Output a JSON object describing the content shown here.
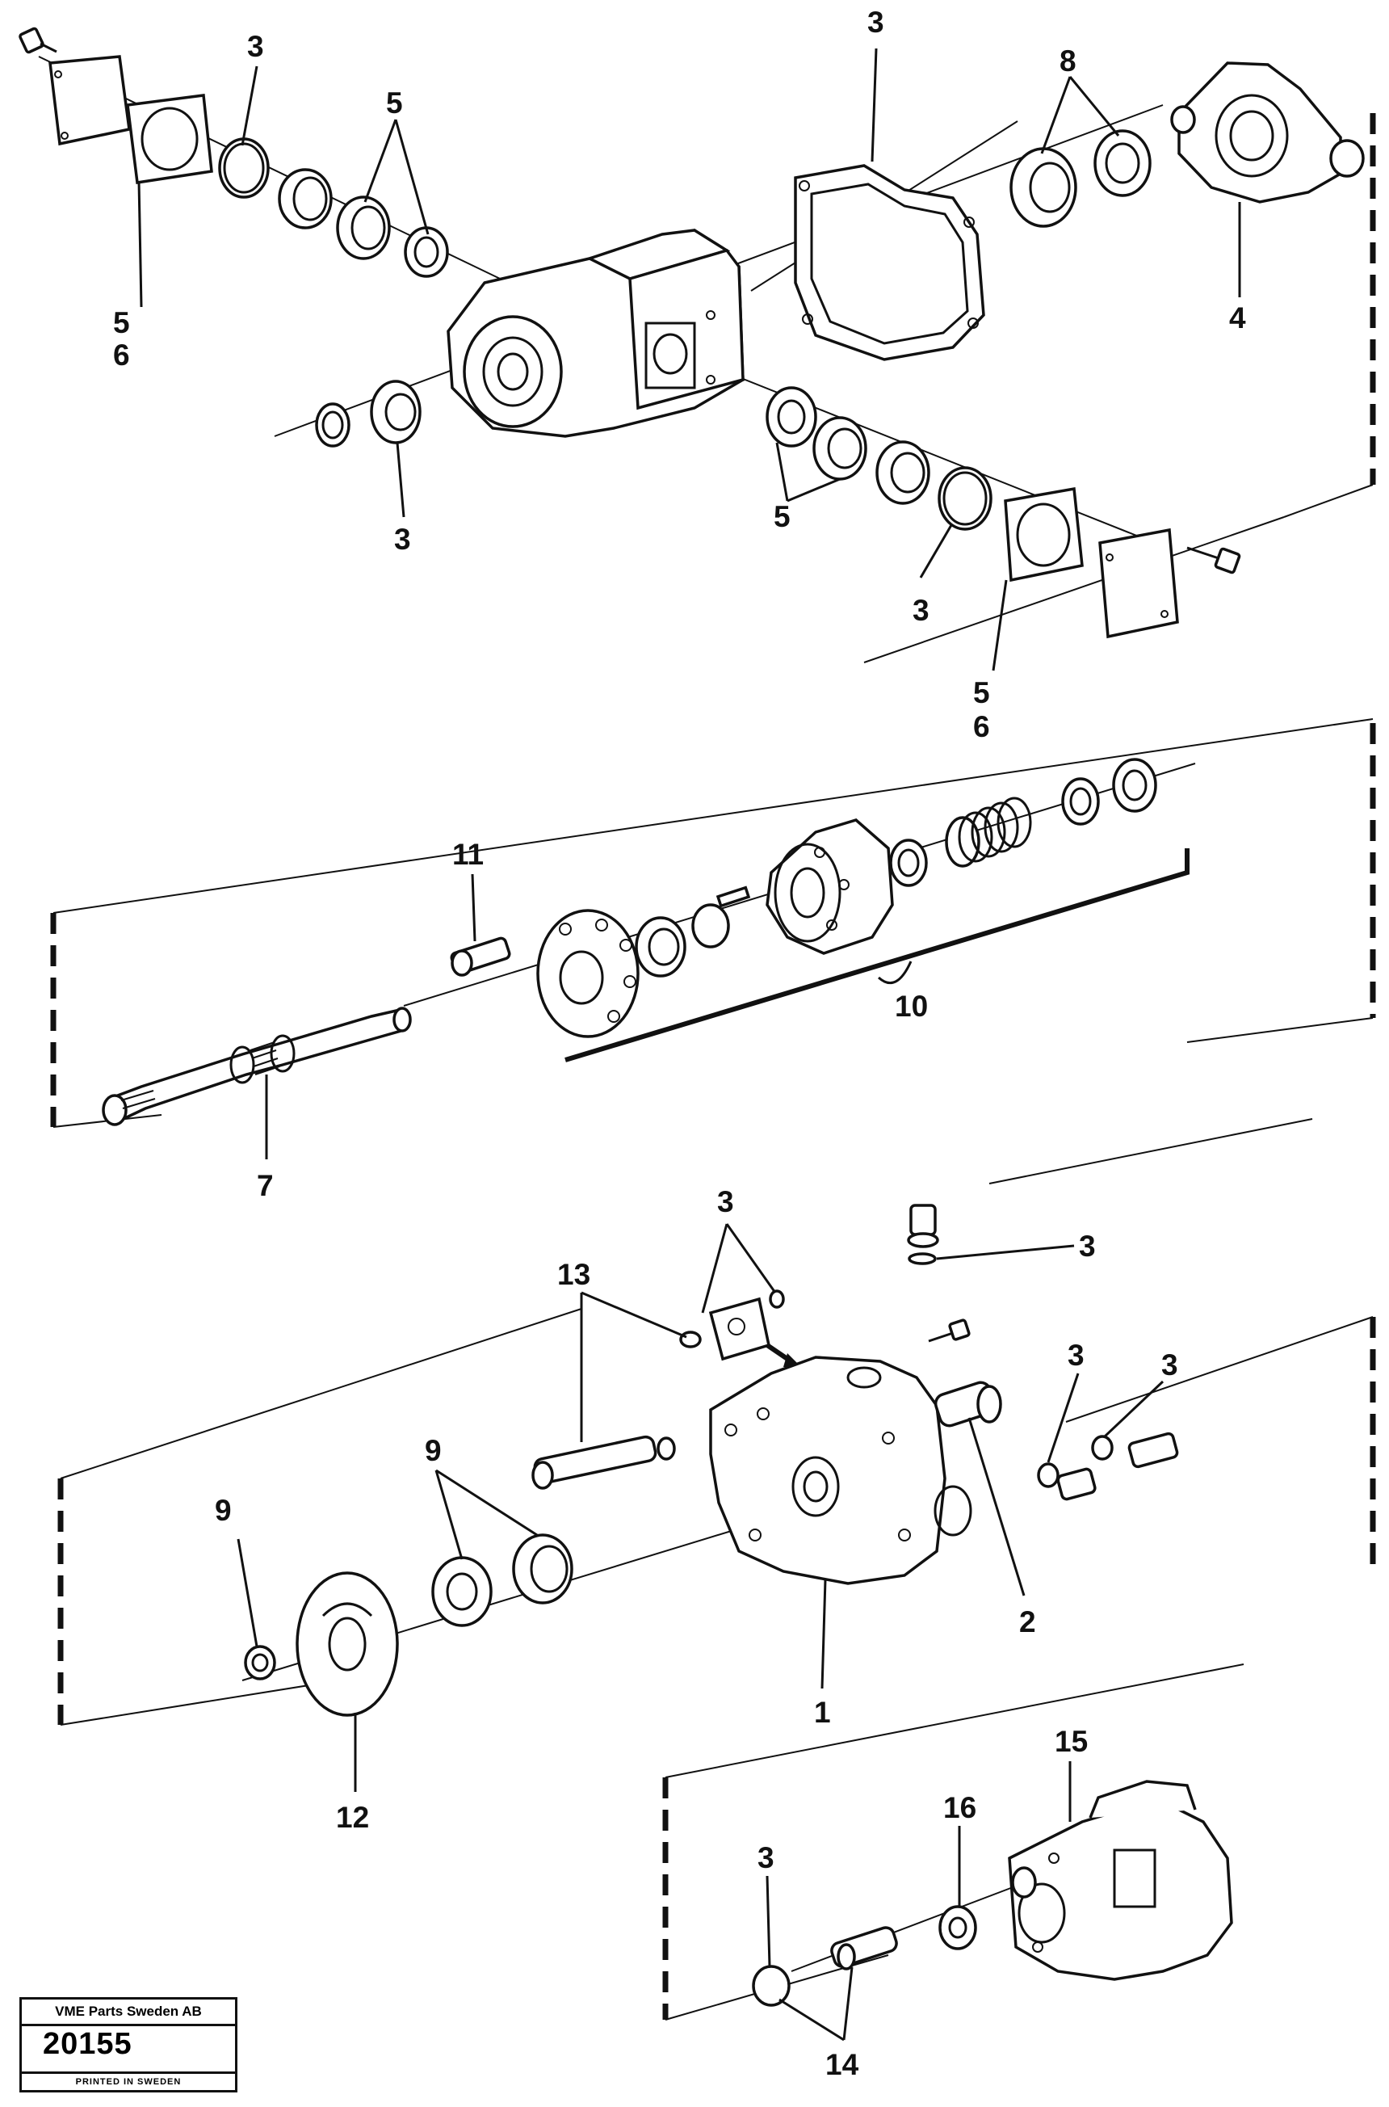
{
  "callouts": {
    "c_3_top_left": "3",
    "c_5_top_left": "5",
    "c_5_left_ring": "5",
    "c_6_left_ring": "6",
    "c_3_left_bearing": "3",
    "c_3_gasket": "3",
    "c_8": "8",
    "c_4": "4",
    "c_5_mid": "5",
    "c_3_mid_ring": "3",
    "c_5_right_plate": "5",
    "c_6_right_plate": "6",
    "c_11": "11",
    "c_10": "10",
    "c_7": "7",
    "c_3_plate_top": "3",
    "c_3_plug": "3",
    "c_13": "13",
    "c_3_oring_a": "3",
    "c_3_oring_b": "3",
    "c_9_left": "9",
    "c_9_mid": "9",
    "c_2": "2",
    "c_1": "1",
    "c_12": "12",
    "c_15": "15",
    "c_16": "16",
    "c_3_bottom": "3",
    "c_14": "14"
  },
  "title_block": {
    "company": "VME Parts Sweden AB",
    "number": "20155",
    "printed": "PRINTED IN SWEDEN"
  }
}
